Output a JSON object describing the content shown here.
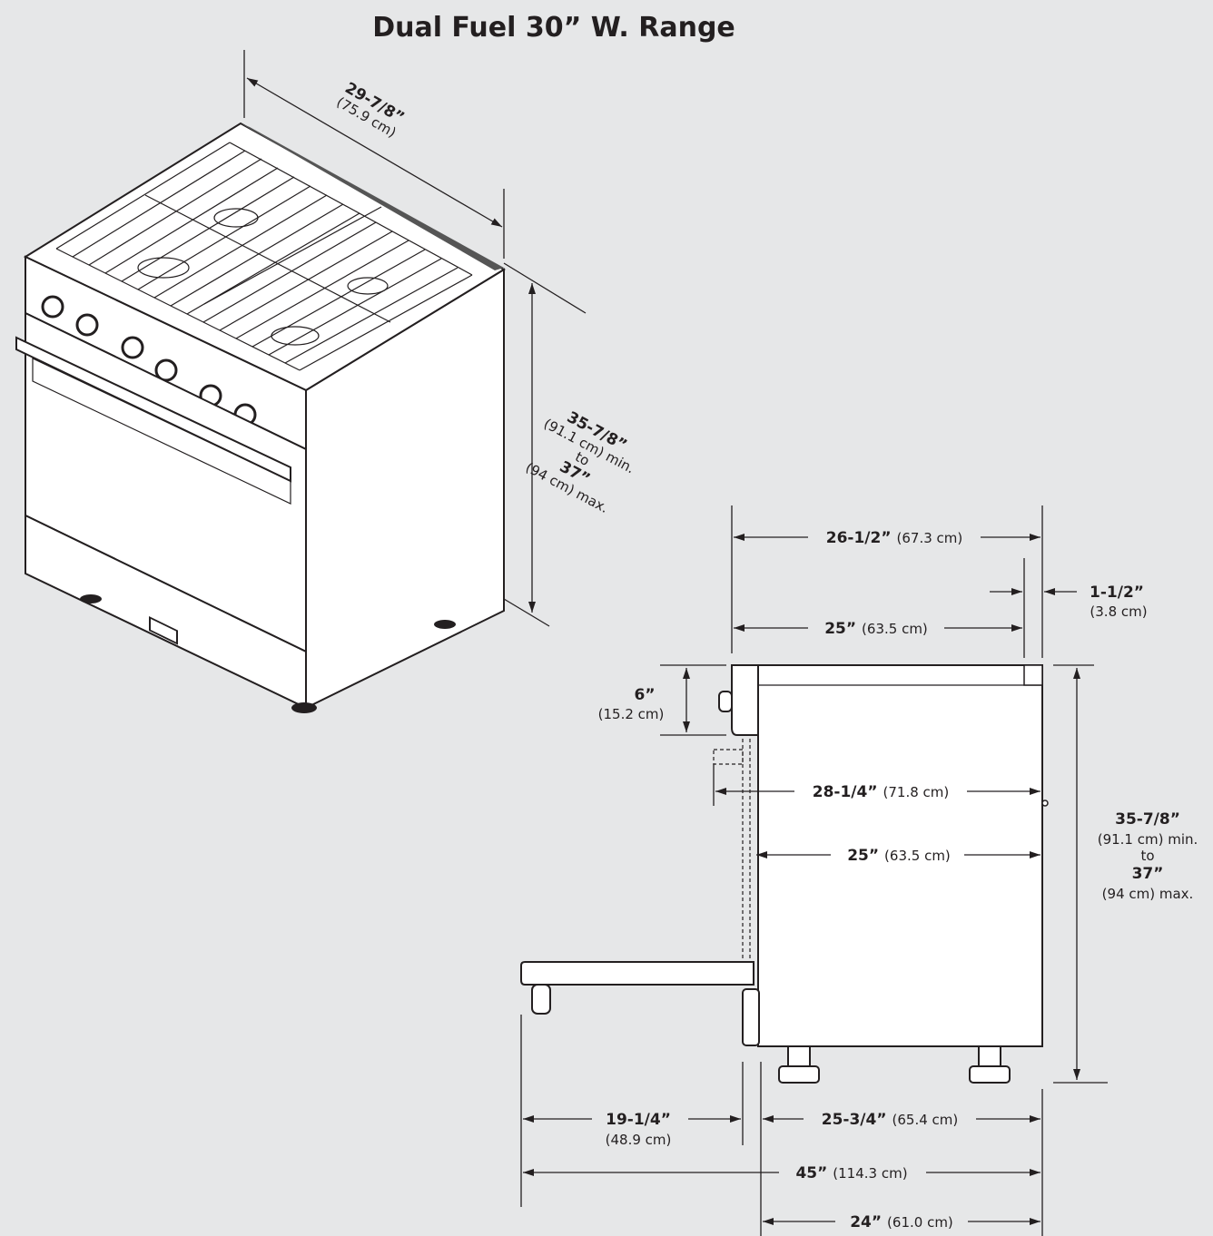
{
  "title": "Dual Fuel 30” W. Range",
  "iso_view": {
    "depth": {
      "imperial": "29-7/8”",
      "metric": "(75.9 cm)"
    },
    "height": {
      "min_imperial": "35-7/8”",
      "min_metric": "(91.1 cm) min.",
      "to": "to",
      "max_imperial": "37”",
      "max_metric": "(94 cm) max."
    }
  },
  "side_view": {
    "overall_depth": {
      "imperial": "26-1/2”",
      "metric": "(67.3 cm)"
    },
    "rear_offset": {
      "imperial": "1-1/2”",
      "metric": "(3.8 cm)"
    },
    "cabinet_depth_top": {
      "imperial": "25”",
      "metric": "(63.5 cm)"
    },
    "control_panel_height": {
      "imperial": "6”",
      "metric": "(15.2 cm)"
    },
    "knob_to_back": {
      "imperial": "28-1/4”",
      "metric": "(71.8 cm)"
    },
    "body_depth": {
      "imperial": "25”",
      "metric": "(63.5 cm)"
    },
    "height": {
      "min_imperial": "35-7/8”",
      "min_metric": "(91.1 cm) min.",
      "to": "to",
      "max_imperial": "37”",
      "max_metric": "(94 cm) max."
    },
    "door_open": {
      "imperial": "19-1/4”",
      "metric": "(48.9 cm)"
    },
    "base_depth": {
      "imperial": "25-3/4”",
      "metric": "(65.4 cm)"
    },
    "total_depth": {
      "imperial": "45”",
      "metric": "(114.3 cm)"
    },
    "base_to_back": {
      "imperial": "24”",
      "metric": "(61.0 cm)"
    }
  }
}
